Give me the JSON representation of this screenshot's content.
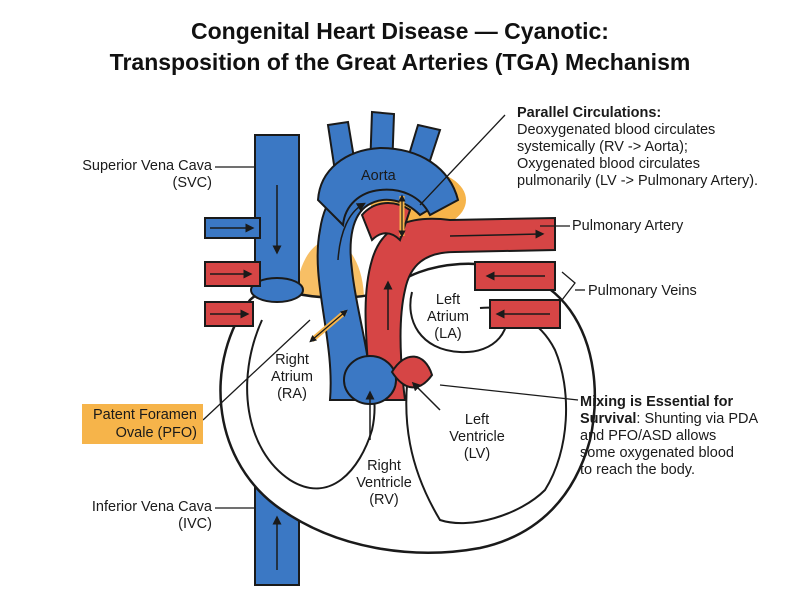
{
  "title": {
    "line1": "Congenital Heart Disease — Cyanotic:",
    "line2": "Transposition of the Great Arteries (TGA) Mechanism"
  },
  "labels": {
    "svc": [
      "Superior Vena Cava",
      "(SVC)"
    ],
    "aorta": "Aorta",
    "pulmonary_artery": "Pulmonary Artery",
    "pulmonary_veins": "Pulmonary Veins",
    "left_atrium": [
      "Left",
      "Atrium",
      "(LA)"
    ],
    "right_atrium": [
      "Right",
      "Atrium",
      "(RA)"
    ],
    "pfo": [
      "Patent Foramen",
      "Ovale (PFO)"
    ],
    "left_ventricle": [
      "Left",
      "Ventricle",
      "(LV)"
    ],
    "right_ventricle": [
      "Right",
      "Ventricle",
      "(RV)"
    ],
    "ivc": [
      "Inferior Vena Cava",
      "(IVC)"
    ]
  },
  "notes": {
    "parallel": {
      "heading": "Parallel Circulations:",
      "lines": [
        "Deoxygenated blood circulates",
        "systemically (RV -> Aorta);",
        "Oxygenated blood circulates",
        "pulmonarily (LV -> Pulmonary Artery)."
      ]
    },
    "mixing": {
      "heading1": "Mixing is Essential for",
      "heading2": "Survival",
      "line1_rest": ": Shunting via PDA",
      "lines": [
        "and PFO/ASD allows",
        "some oxygenated blood",
        "to reach the body."
      ]
    }
  },
  "colors": {
    "deoxygenated": "#3b78c4",
    "oxygenated": "#d64545",
    "mixing": "#f6b44a",
    "outline": "#1a1a1a"
  }
}
